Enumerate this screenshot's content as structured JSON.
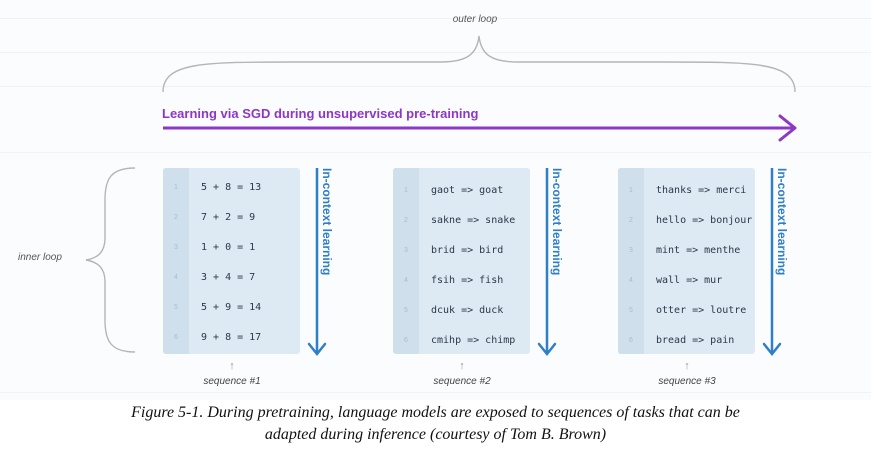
{
  "outer_loop_label": "outer loop",
  "inner_loop_label": "inner loop",
  "sgd_label": "Learning via SGD during unsupervised pre-training",
  "icl_label": "In-context learning",
  "panels": [
    {
      "sequence_label": "sequence #1",
      "rows": [
        {
          "num": "1",
          "text": "5 + 8 = 13"
        },
        {
          "num": "2",
          "text": "7 + 2 = 9"
        },
        {
          "num": "3",
          "text": "1 + 0 = 1"
        },
        {
          "num": "4",
          "text": "3 + 4 = 7"
        },
        {
          "num": "5",
          "text": "5 + 9 = 14"
        },
        {
          "num": "6",
          "text": "9 + 8 = 17"
        }
      ]
    },
    {
      "sequence_label": "sequence #2",
      "rows": [
        {
          "num": "1",
          "text": "gaot => goat"
        },
        {
          "num": "2",
          "text": "sakne => snake"
        },
        {
          "num": "3",
          "text": "brid => bird"
        },
        {
          "num": "4",
          "text": "fsih => fish"
        },
        {
          "num": "5",
          "text": "dcuk => duck"
        },
        {
          "num": "6",
          "text": "cmihp => chimp"
        }
      ]
    },
    {
      "sequence_label": "sequence #3",
      "rows": [
        {
          "num": "1",
          "text": "thanks => merci"
        },
        {
          "num": "2",
          "text": "hello => bonjour"
        },
        {
          "num": "3",
          "text": "mint => menthe"
        },
        {
          "num": "4",
          "text": "wall => mur"
        },
        {
          "num": "5",
          "text": "otter => loutre"
        },
        {
          "num": "6",
          "text": "bread => pain"
        }
      ]
    }
  ],
  "caption_line1": "Figure 5-1. During pretraining, language models are exposed to sequences of tasks that can be",
  "caption_line2": "adapted during inference (courtesy of Tom B. Brown)",
  "colors": {
    "sgd_purple": "#8e36c6",
    "icl_blue": "#2f7fc7",
    "panel_bg": "#dde9f3"
  }
}
